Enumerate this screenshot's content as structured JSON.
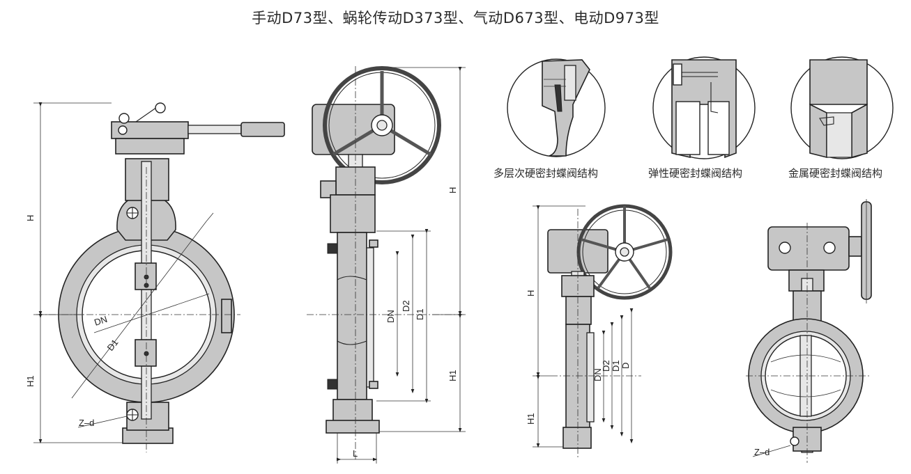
{
  "title": "手动D73型、蜗轮传动D373型、气动D673型、电动D973型",
  "captions": {
    "multi_layer": "多层次硬密封蝶阀结构",
    "elastic": "弹性硬密封蝶阀结构",
    "metal": "金属硬密封蝶阀结构"
  },
  "dims": {
    "H": "H",
    "H1": "H1",
    "DN": "DN",
    "D1": "D1",
    "D2": "D2",
    "D": "D",
    "L": "L",
    "Zd": "Z–d"
  }
}
